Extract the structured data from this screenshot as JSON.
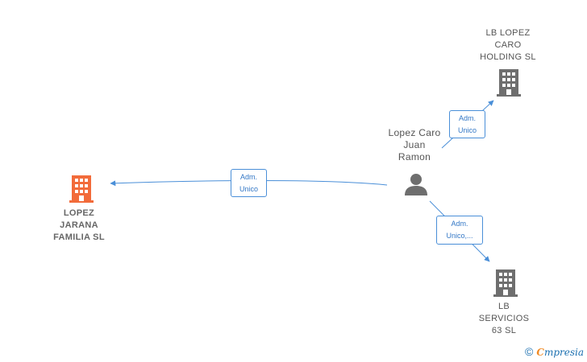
{
  "nodes": {
    "lopez_jarana": {
      "lines": [
        "LOPEZ",
        "JARANA",
        "FAMILIA  SL"
      ],
      "color": "#f26b3a",
      "icon": "building-icon"
    },
    "lb_holding": {
      "lines": [
        "LB LOPEZ",
        "CARO",
        "HOLDING  SL"
      ],
      "color": "#6e6e6e",
      "icon": "building-icon"
    },
    "lb_servicios": {
      "lines": [
        "LB",
        "SERVICIOS",
        "63  SL"
      ],
      "color": "#6e6e6e",
      "icon": "building-icon"
    },
    "person": {
      "lines": [
        "Lopez Caro",
        "Juan",
        "Ramon"
      ],
      "color": "#6e6e6e",
      "icon": "person-icon"
    }
  },
  "edges": {
    "to_jarana": {
      "lines": [
        "Adm.",
        "Unico"
      ]
    },
    "to_holding": {
      "lines": [
        "Adm.",
        "Unico"
      ]
    },
    "to_servicios": {
      "lines": [
        "Adm.",
        "Unico,..."
      ]
    }
  },
  "colors": {
    "edge": "#4a8fd8"
  },
  "footer": {
    "copyright": "©",
    "brand_first": "C",
    "brand_rest": "mpresia"
  }
}
